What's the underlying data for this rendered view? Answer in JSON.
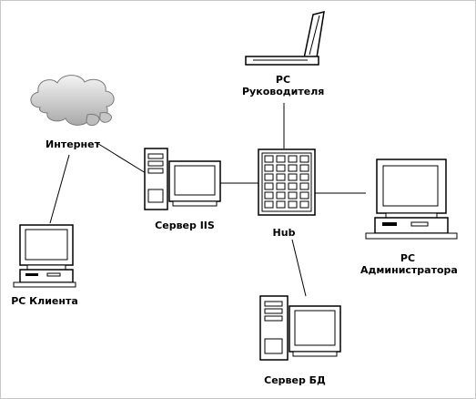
{
  "diagram": {
    "nodes": {
      "internet": {
        "label": "Интернет",
        "icon": "cloud-icon"
      },
      "pc_client": {
        "label": "PC Клиента",
        "icon": "desktop-computer-icon"
      },
      "server_iis": {
        "label": "Сервер IIS",
        "icon": "tower-computer-icon"
      },
      "hub": {
        "label": "Hub",
        "icon": "network-hub-icon"
      },
      "pc_manager": {
        "label_line1": "PC",
        "label_line2": "Руководителя",
        "icon": "laptop-icon"
      },
      "pc_admin": {
        "label_line1": "PC",
        "label_line2": "Администратора",
        "icon": "desktop-computer-icon"
      },
      "server_db": {
        "label": "Сервер БД",
        "icon": "tower-computer-icon"
      }
    },
    "connections": [
      [
        "internet",
        "pc_client"
      ],
      [
        "internet",
        "server_iis"
      ],
      [
        "server_iis",
        "hub"
      ],
      [
        "hub",
        "pc_manager"
      ],
      [
        "hub",
        "pc_admin"
      ],
      [
        "hub",
        "server_db"
      ]
    ]
  }
}
